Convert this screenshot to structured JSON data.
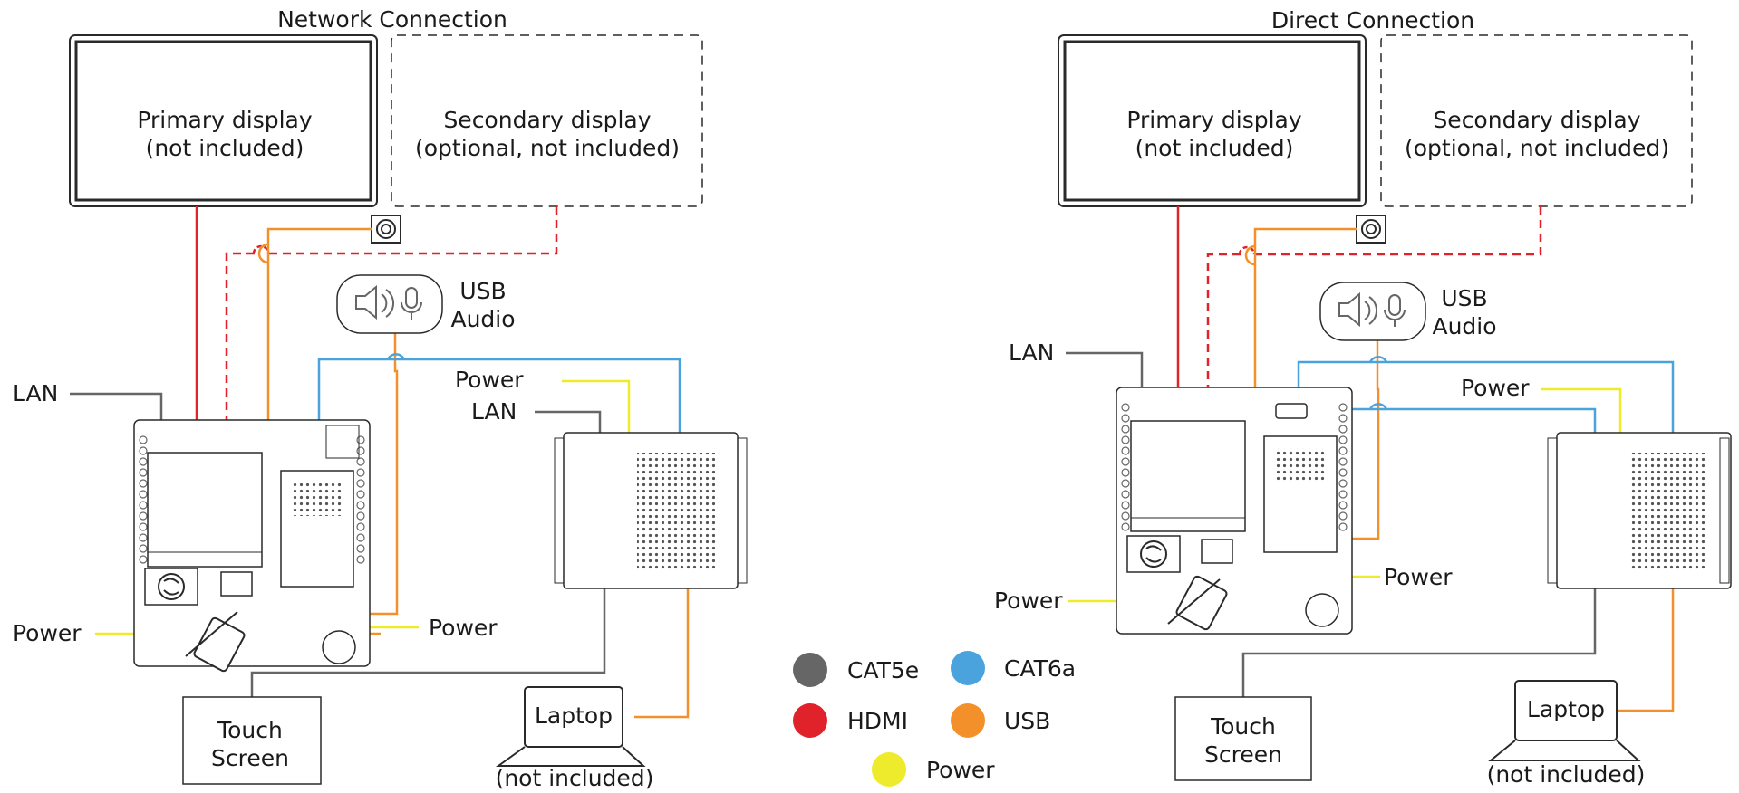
{
  "colors": {
    "cat5e": "#666666",
    "cat6a": "#4aa3dc",
    "hdmi": "#e0222b",
    "usb": "#f3902a",
    "power": "#eeea2c",
    "outline": "#2a2a2a"
  },
  "left": {
    "title": "Network Connection",
    "primary_line1": "Primary display",
    "primary_line2": "(not included)",
    "secondary_line1": "Secondary display",
    "secondary_line2": "(optional, not included)",
    "usb_audio_line1": "USB",
    "usb_audio_line2": "Audio",
    "lan_left": "LAN",
    "lan_right": "LAN",
    "power_top": "Power",
    "power_left": "Power",
    "power_bottom": "Power",
    "touch_line1": "Touch",
    "touch_line2": "Screen",
    "laptop": "Laptop",
    "laptop_note": "(not included)"
  },
  "right": {
    "title": "Direct Connection",
    "primary_line1": "Primary display",
    "primary_line2": "(not included)",
    "secondary_line1": "Secondary display",
    "secondary_line2": "(optional, not included)",
    "usb_audio_line1": "USB",
    "usb_audio_line2": "Audio",
    "lan_left": "LAN",
    "power_top": "Power",
    "power_left": "Power",
    "power_mid": "Power",
    "touch_line1": "Touch",
    "touch_line2": "Screen",
    "laptop": "Laptop",
    "laptop_note": "(not included)"
  },
  "legend": {
    "items": [
      {
        "label": "CAT5e",
        "color": "#666666"
      },
      {
        "label": "CAT6a",
        "color": "#4aa3dc"
      },
      {
        "label": "HDMI",
        "color": "#e0222b"
      },
      {
        "label": "USB",
        "color": "#f3902a"
      },
      {
        "label": "Power",
        "color": "#eeea2c"
      }
    ]
  }
}
